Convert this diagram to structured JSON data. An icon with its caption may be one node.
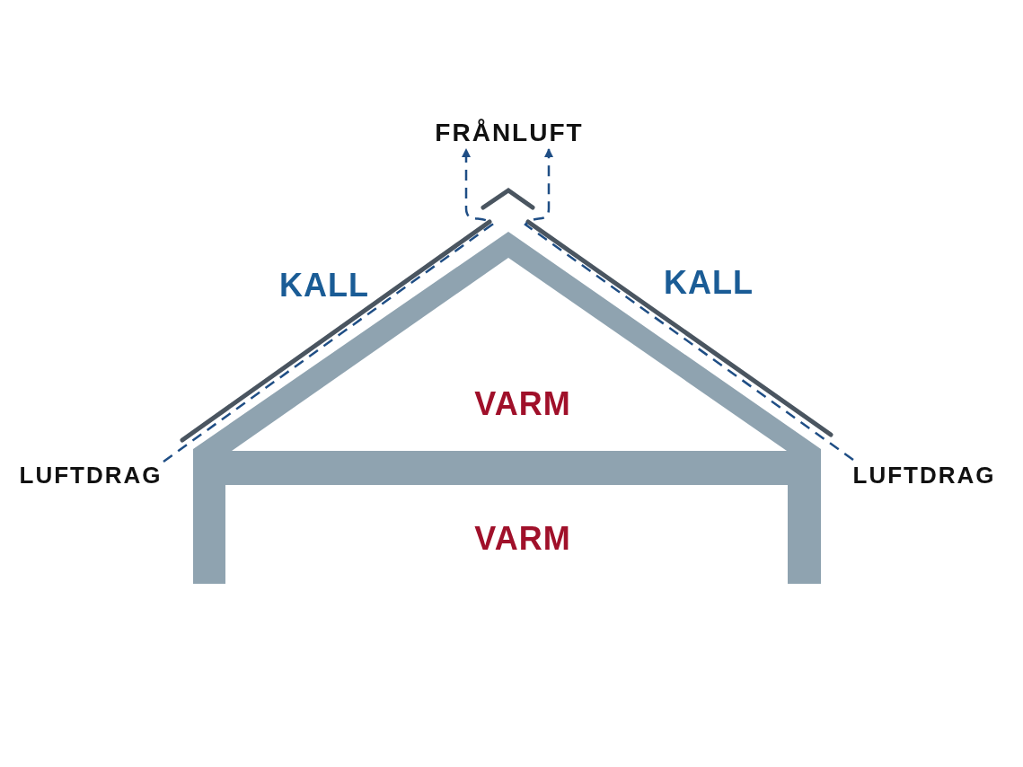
{
  "diagram": {
    "nodes": [
      {
        "text": [
          "FRÅNLUFT"
        ]
      },
      {
        "text": [
          "LUFTDRAG"
        ]
      },
      {
        "text": [
          "LUFTDRAG"
        ]
      }
    ],
    "edges": [
      {
        "from": 1,
        "to": 0,
        "arrow": "to",
        "style": "dashed"
      },
      {
        "from": 2,
        "to": 0,
        "arrow": "to",
        "style": "dashed"
      }
    ],
    "labels": [
      "KALL",
      "KALL",
      "VARM",
      "VARM"
    ]
  }
}
